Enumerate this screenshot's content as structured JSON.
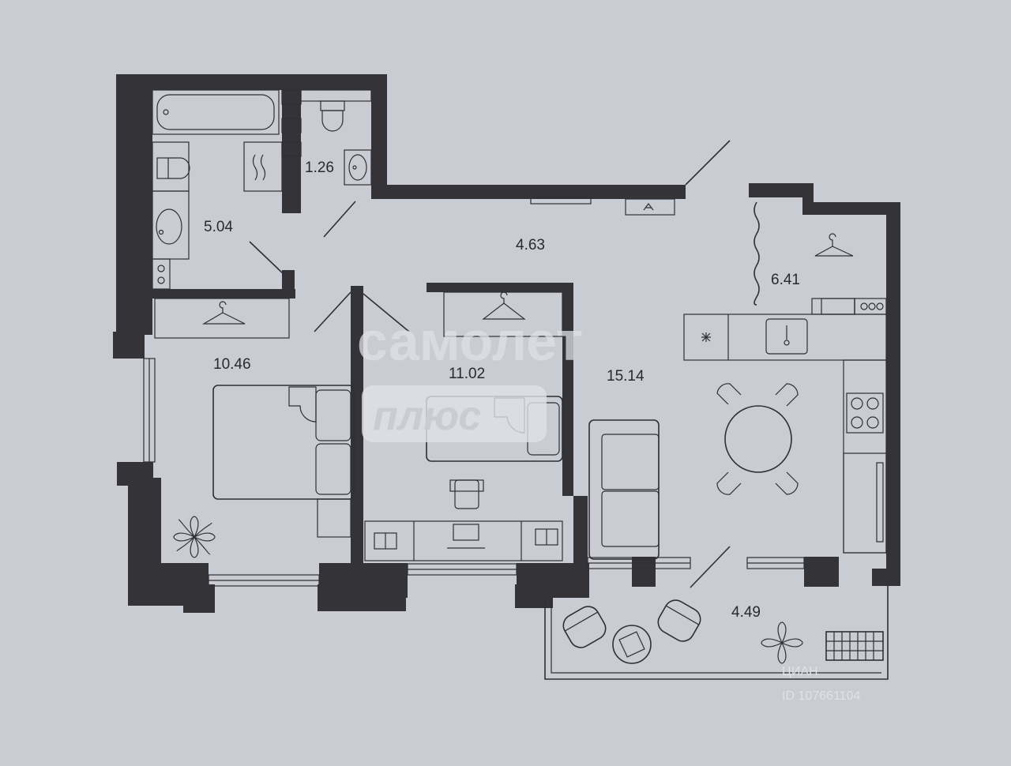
{
  "rooms": [
    {
      "id": "bathroom",
      "area": "5.04"
    },
    {
      "id": "toilet",
      "area": "1.26"
    },
    {
      "id": "hallway",
      "area": "4.63"
    },
    {
      "id": "wardrobe",
      "area": "6.41"
    },
    {
      "id": "bedroom-left",
      "area": "10.46"
    },
    {
      "id": "bedroom-middle",
      "area": "11.02"
    },
    {
      "id": "living-kitchen",
      "area": "15.14"
    },
    {
      "id": "balcony",
      "area": "4.49"
    }
  ],
  "watermark": {
    "brand": "самолет",
    "brand_sub": "плюс",
    "listing_site": "ЦИАН",
    "listing_id": "ID 107661104"
  },
  "colors": {
    "background": "#c9ccd3",
    "wall": "#333338",
    "line": "#2f2f34"
  }
}
